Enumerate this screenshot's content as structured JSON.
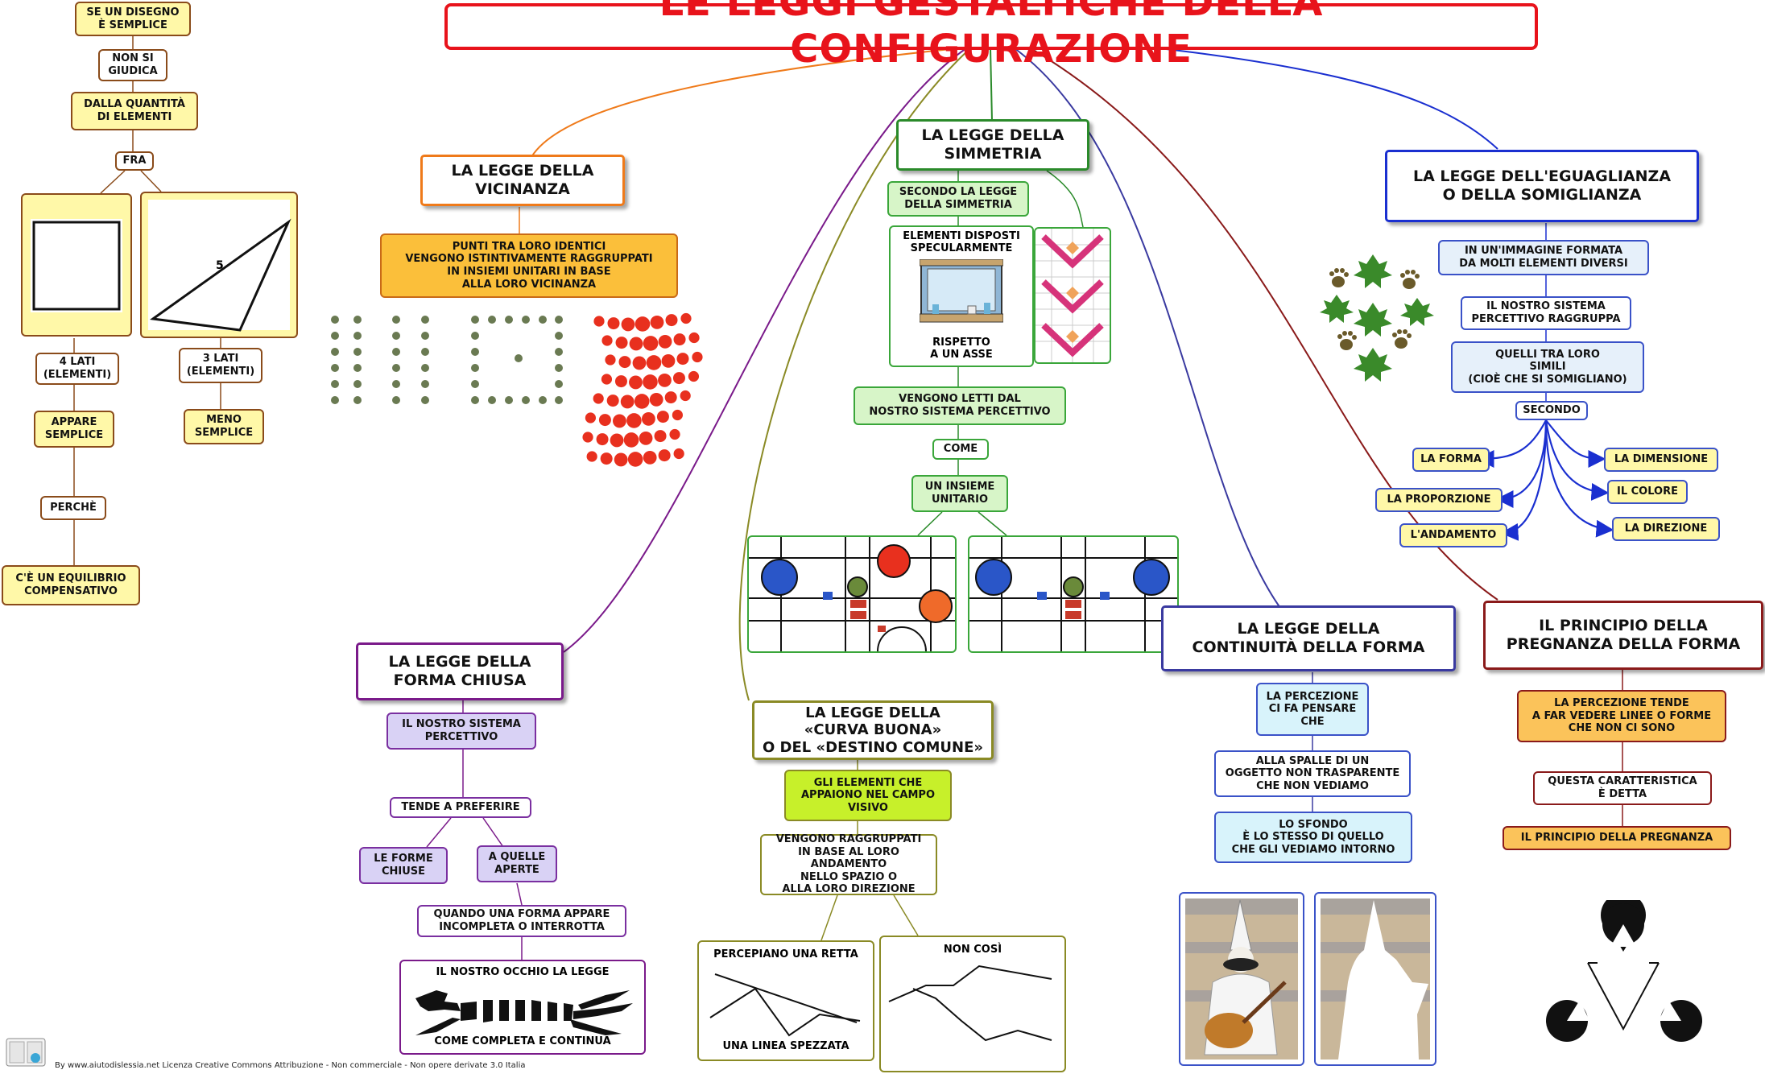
{
  "title": "LE LEGGI GESTALTICHE DELLA CONFIGURAZIONE",
  "left_column": {
    "n1": "SE UN DISEGNO\nÈ SEMPLICE",
    "n2": "NON SI\nGIUDICA",
    "n3": "DALLA QUANTITÀ\nDI ELEMENTI",
    "n4": "FRA",
    "fig_triangle_label": "5",
    "n5": "4 LATI\n(ELEMENTI)",
    "n6": "3 LATI\n(ELEMENTI)",
    "n7": "APPARE\nSEMPLICE",
    "n8": "MENO\nSEMPLICE",
    "n9": "PERCHÈ",
    "n10": "C'È UN EQUILIBRIO\nCOMPENSATIVO"
  },
  "vicinanza": {
    "head": "LA LEGGE DELLA\nVICINANZA",
    "text": "PUNTI TRA LORO IDENTICI\nVENGONO ISTINTIVAMENTE RAGGRUPPATI\nIN INSIEMI UNITARI IN BASE\nALLA LORO VICINANZA"
  },
  "simmetria": {
    "head": "LA LEGGE DELLA\nSIMMETRIA",
    "n1": "SECONDO LA LEGGE\nDELLA SIMMETRIA",
    "n2a": "ELEMENTI DISPOSTI\nSPECULARMENTE",
    "n2b": "RISPETTO\nA UN ASSE",
    "n3": "VENGONO LETTI DAL\nNOSTRO SISTEMA PERCETTIVO",
    "n4": "COME",
    "n5": "UN INSIEME\nUNITARIO"
  },
  "eguaglianza": {
    "head": "LA LEGGE DELL'EGUAGLIANZA\nO DELLA SOMIGLIANZA",
    "n1": "IN UN'IMMAGINE FORMATA\nDA MOLTI ELEMENTI DIVERSI",
    "n2": "IL NOSTRO SISTEMA\nPERCETTIVO RAGGRUPPA",
    "n3": "QUELLI TRA LORO\nSIMILI\n(CIOÈ CHE SI SOMIGLIANO)",
    "n4": "SECONDO",
    "forma": "LA FORMA",
    "dimensione": "LA DIMENSIONE",
    "proporzione": "LA PROPORZIONE",
    "colore": "IL COLORE",
    "andamento": "L'ANDAMENTO",
    "direzione": "LA DIREZIONE"
  },
  "forma_chiusa": {
    "head": "LA LEGGE DELLA\nFORMA CHIUSA",
    "n1": "IL NOSTRO SISTEMA\nPERCETTIVO",
    "n2": "TENDE A PREFERIRE",
    "n3": "LE FORME\nCHIUSE",
    "n4": "A QUELLE\nAPERTE",
    "n5": "QUANDO UNA FORMA APPARE\nINCOMPLETA O INTERROTTA",
    "fig_top": "IL NOSTRO OCCHIO LA LEGGE",
    "fig_bottom": "COME COMPLETA E CONTINUA"
  },
  "curva_buona": {
    "head": "LA LEGGE DELLA\n«CURVA BUONA»\nO DEL «DESTINO COMUNE»",
    "n1": "GLI ELEMENTI CHE\nAPPAIONO NEL CAMPO\nVISIVO",
    "n2": "VENGONO RAGGRUPPATI\nIN BASE AL LORO ANDAMENTO\nNELLO SPAZIO O\nALLA LORO DIREZIONE",
    "fig1_top": "PERCEPIANO UNA RETTA",
    "fig1_bottom": "UNA LINEA SPEZZATA",
    "fig2_top": "NON COSÌ"
  },
  "continuita": {
    "head": "LA LEGGE DELLA\nCONTINUITÀ DELLA FORMA",
    "n1": "LA PERCEZIONE\nCI FA PENSARE\nCHE",
    "n2": "ALLA SPALLE DI UN\nOGGETTO NON TRASPARENTE\nCHE NON VEDIAMO",
    "n3": "LO SFONDO\nÈ LO STESSO DI QUELLO\nCHE GLI VEDIAMO INTORNO"
  },
  "pregnanza": {
    "head": "IL PRINCIPIO DELLA\nPREGNANZA DELLA FORMA",
    "n1": "LA PERCEZIONE TENDE\nA FAR VEDERE LINEE O FORME\nCHE NON CI SONO",
    "n2": "QUESTA CARATTERISTICA\nÈ DETTA",
    "n3": "IL PRINCIPIO DELLA PREGNANZA"
  },
  "footer": "By www.aiutodislessia.net Licenza Creative Commons Attribuzione - Non commerciale - Non opere derivate 3.0 Italia",
  "colors": {
    "title": "#e8131b",
    "vicinanza": "#ef7a1a",
    "simmetria": "#2a8a2a",
    "eguaglianza": "#1a2fd0",
    "forma_chiusa": "#7a1a8a",
    "curva_buona": "#8a8a25",
    "continuita": "#3a3aa0",
    "pregnanza": "#8a1a1a"
  }
}
